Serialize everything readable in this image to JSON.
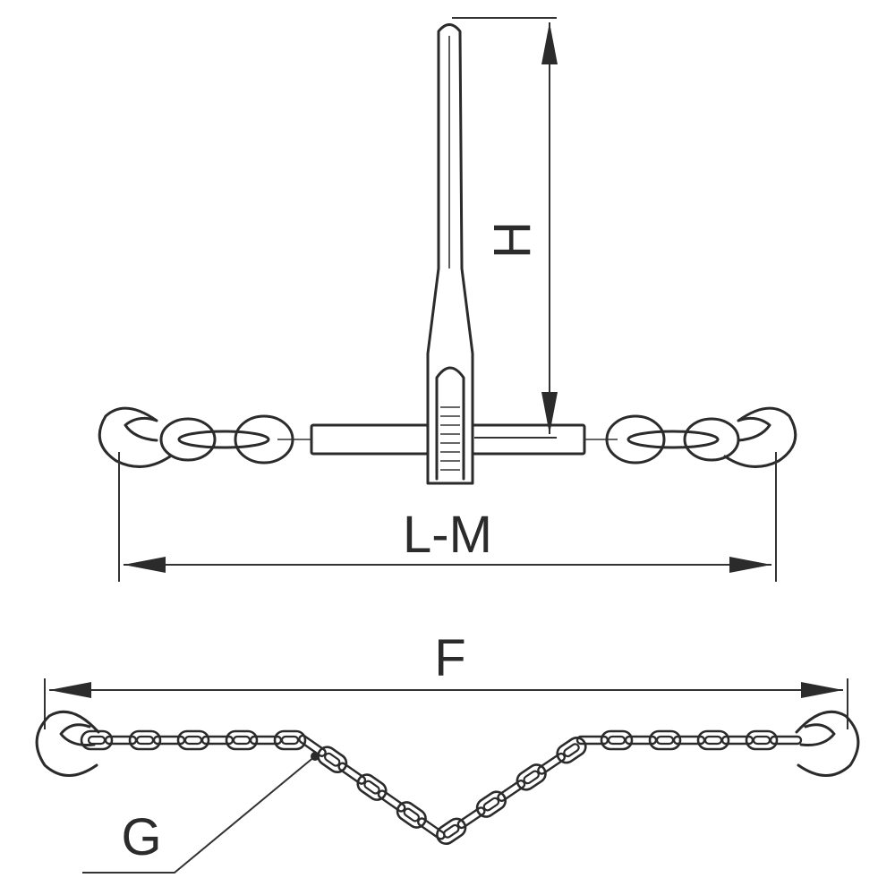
{
  "labels": {
    "height": "H",
    "length": "L-M",
    "chain_span": "F",
    "chain_size": "G"
  },
  "colors": {
    "line": "#2b2b2b",
    "background": "#ffffff"
  }
}
